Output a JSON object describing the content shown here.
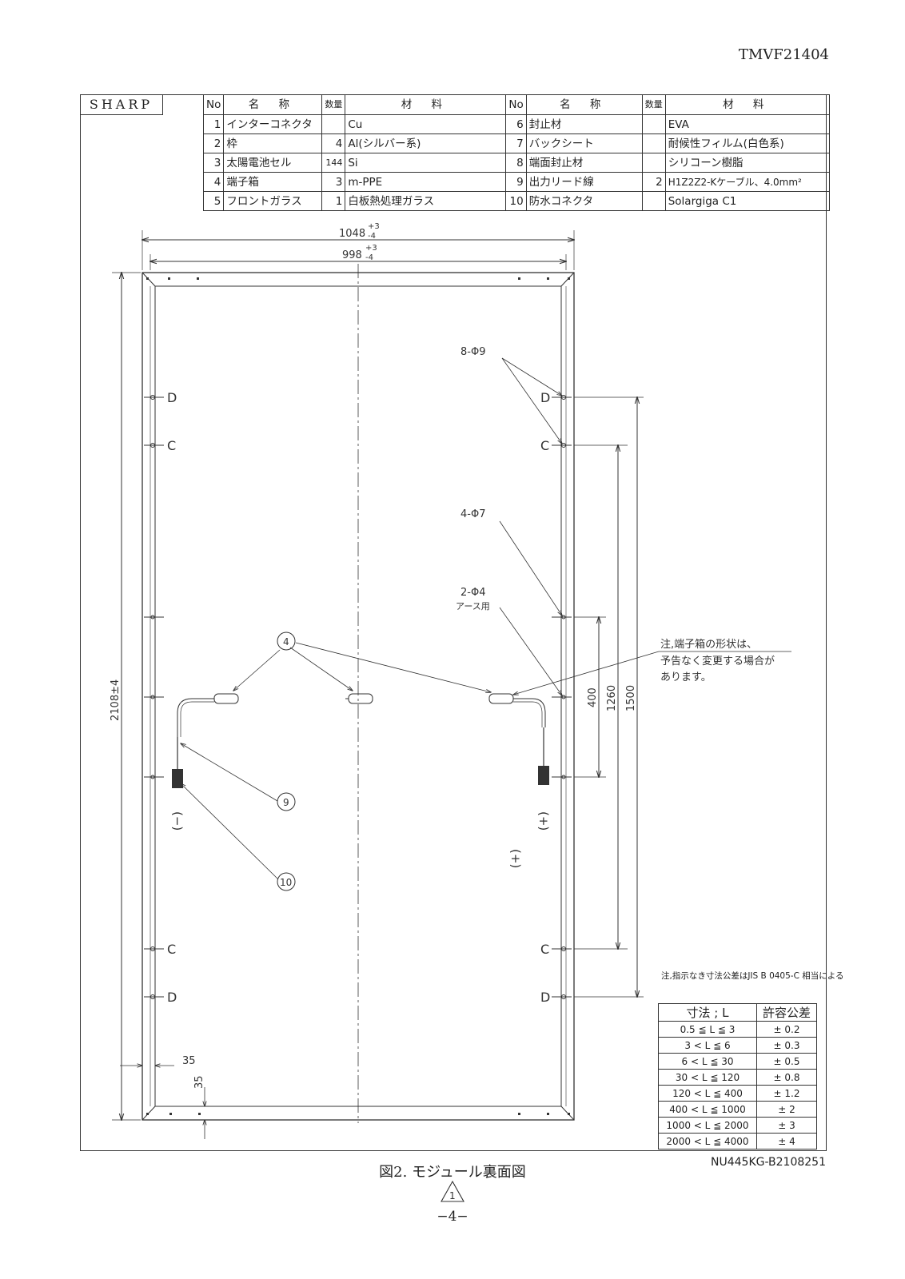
{
  "doc_id": "TMVF21404",
  "brand": "SHARP",
  "parts_header": {
    "no": "No",
    "name": "名 称",
    "qty": "数量",
    "material": "材 料"
  },
  "parts": [
    {
      "no": "1",
      "name": "インターコネクタ",
      "qty": "",
      "material": "Cu"
    },
    {
      "no": "2",
      "name": "枠",
      "qty": "4",
      "material": "Al(シルバー系)"
    },
    {
      "no": "3",
      "name": "太陽電池セル",
      "qty": "144",
      "material": "Si"
    },
    {
      "no": "4",
      "name": "端子箱",
      "qty": "3",
      "material": "m-PPE"
    },
    {
      "no": "5",
      "name": "フロントガラス",
      "qty": "1",
      "material": "白板熱処理ガラス"
    },
    {
      "no": "6",
      "name": "封止材",
      "qty": "",
      "material": "EVA"
    },
    {
      "no": "7",
      "name": "バックシート",
      "qty": "",
      "material": "耐候性フィルム(白色系)"
    },
    {
      "no": "8",
      "name": "端面封止材",
      "qty": "",
      "material": "シリコーン樹脂"
    },
    {
      "no": "9",
      "name": "出力リード線",
      "qty": "2",
      "material": "H1Z2Z2-Kケーブル、4.0mm²"
    },
    {
      "no": "10",
      "name": "防水コネクタ",
      "qty": "",
      "material": "Solargiga C1"
    }
  ],
  "dimensions": {
    "width_outer": "1048",
    "width_outer_tol_plus": "+3",
    "width_outer_tol_minus": "-4",
    "width_inner": "998",
    "width_inner_tol_plus": "+3",
    "width_inner_tol_minus": "-4",
    "length": "2108±4",
    "hole_pitch_400": "400",
    "hole_pitch_1260": "1260",
    "hole_pitch_1500": "1500",
    "edge_35_h": "35",
    "edge_35_v": "35"
  },
  "hole_labels": {
    "holes_8": "8-Φ9",
    "holes_4": "4-Φ7",
    "holes_2": "2-Φ4",
    "holes_2_note": "アース用",
    "d": "D",
    "c": "C"
  },
  "callouts": {
    "junction_box": "4",
    "lead_wire": "9",
    "connector": "10"
  },
  "polarity": {
    "negative": "(−)",
    "positive": "(+)",
    "positive_alt": "(+)"
  },
  "note_junction": [
    "注,端子箱の形状は、",
    "予告なく変更する場合が",
    "あります。"
  ],
  "tolerance_note": "注,指示なき寸法公差はJIS B 0405-C 相当による",
  "tolerance_header": {
    "dim": "寸法 ; L",
    "tol": "許容公差"
  },
  "tolerances": [
    {
      "range": "0.5 ≦ L ≦ 3",
      "tol": "± 0.2"
    },
    {
      "range": "3 < L ≦ 6",
      "tol": "± 0.3"
    },
    {
      "range": "6 < L ≦ 30",
      "tol": "± 0.5"
    },
    {
      "range": "30 < L ≦ 120",
      "tol": "± 0.8"
    },
    {
      "range": "120 < L ≦ 400",
      "tol": "± 1.2"
    },
    {
      "range": "400 < L ≦ 1000",
      "tol": "± 2"
    },
    {
      "range": "1000 < L ≦ 2000",
      "tol": "± 3"
    },
    {
      "range": "2000 < L ≦ 4000",
      "tol": "± 4"
    }
  ],
  "drawing_no": "NU445KG-B2108251",
  "caption": "図2. モジュール裏面図",
  "revision_mark": "1",
  "page_no": "−4−"
}
